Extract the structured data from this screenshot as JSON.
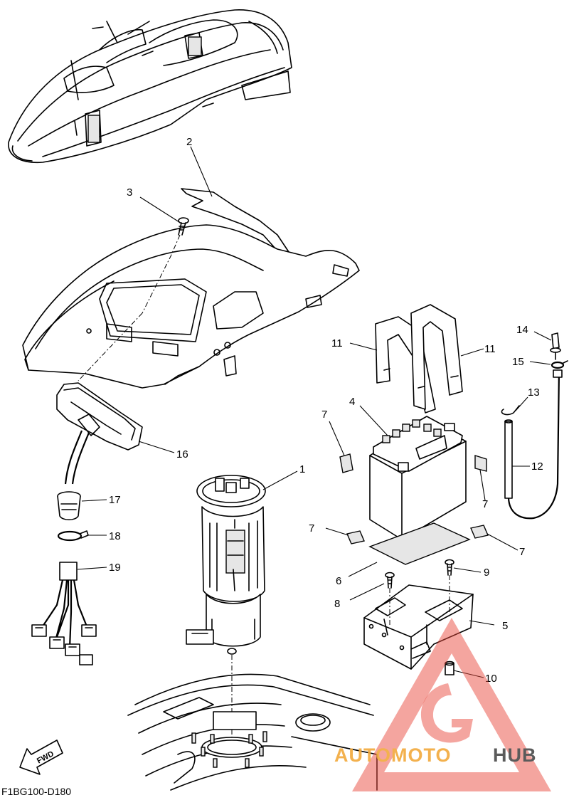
{
  "diagram_code": "F1BG100-D180",
  "fwd_label": "FWD",
  "watermark": {
    "part1": "AUTOMOTO",
    "part2": "HUB",
    "color1": "#f2a93b",
    "color2": "#4a4a4a",
    "logo_color": "#e8493d"
  },
  "callouts": [
    "1",
    "2",
    "3",
    "4",
    "5",
    "6",
    "7",
    "7",
    "7",
    "7",
    "8",
    "9",
    "10",
    "11",
    "11",
    "12",
    "13",
    "14",
    "15",
    "16",
    "17",
    "18",
    "19"
  ]
}
